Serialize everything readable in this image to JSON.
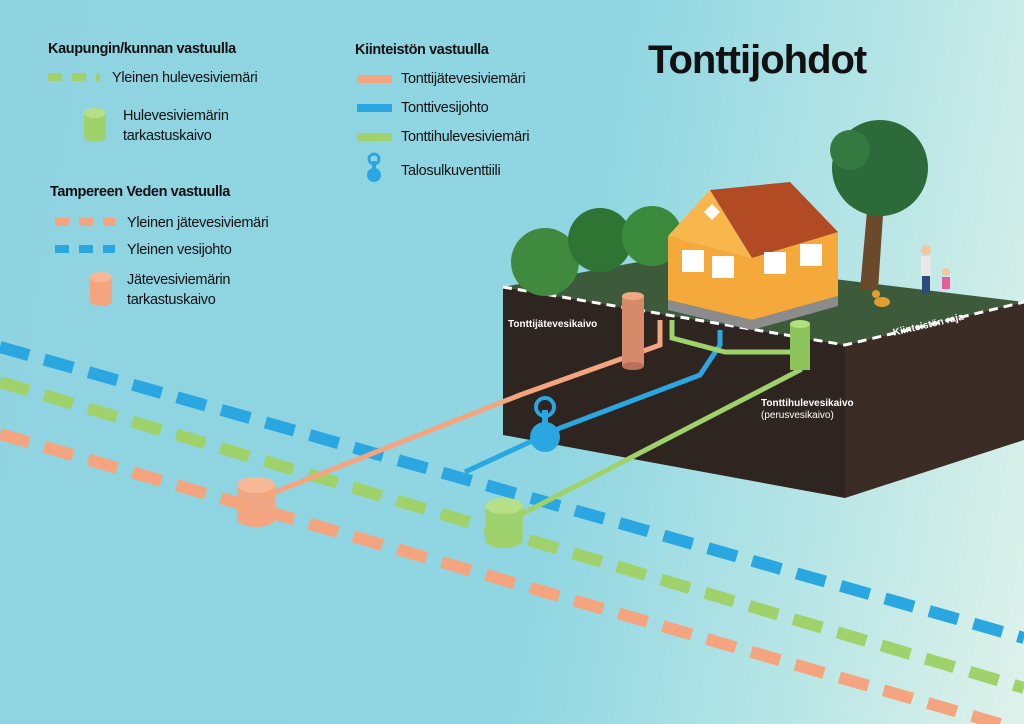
{
  "title": "Tonttijohdot",
  "legend": {
    "city": {
      "heading": "Kaupungin/kunnan vastuulla",
      "storm_main": "Yleinen hulevesiviemäri",
      "storm_well_line1": "Hulevesiviemärin",
      "storm_well_line2": "tarkastuskaivo"
    },
    "tampere": {
      "heading": "Tampereen Veden vastuulla",
      "sewer_main": "Yleinen jätevesiviemäri",
      "water_main": "Yleinen vesijohto",
      "sewer_well_line1": "Jätevesiviemärin",
      "sewer_well_line2": "tarkastuskaivo"
    },
    "property": {
      "heading": "Kiinteistön vastuulla",
      "plot_sewer": "Tonttijätevesiviemäri",
      "plot_water": "Tonttivesijohto",
      "plot_storm": "Tonttihulevesiviemäri",
      "shutoff_valve": "Talosulkuventtiili"
    }
  },
  "labels": {
    "plot_sewer_well": "Tonttijätevesikaivo",
    "plot_storm_well_line1": "Tonttihulevesikaivo",
    "plot_storm_well_line2": "(perusvesikaivo)",
    "property_boundary": "Kiinteistön raja"
  },
  "colors": {
    "sewer": "#f4a57f",
    "water": "#2aa6e0",
    "storm": "#9fd26a",
    "soil": "#2e2420",
    "grass": "#3d5a3a",
    "house": "#f5a93a",
    "roof": "#b24a24"
  },
  "icons": {
    "storm_well": "cylinder-well-icon",
    "sewer_well": "cylinder-well-icon",
    "valve": "valve-icon"
  }
}
